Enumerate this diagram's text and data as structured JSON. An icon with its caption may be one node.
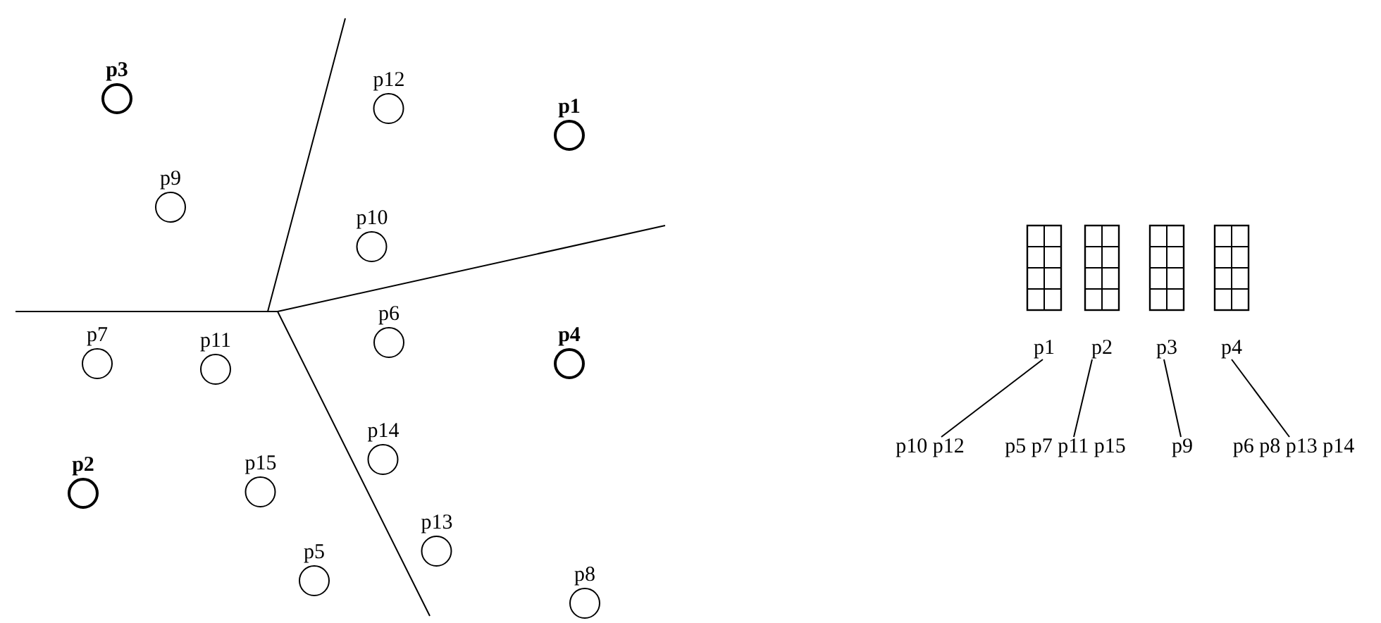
{
  "diagram": {
    "nodes": [
      {
        "text": [
          "p3"
        ]
      },
      {
        "text": [
          "p12"
        ]
      },
      {
        "text": [
          "p1"
        ]
      },
      {
        "text": [
          "p9"
        ]
      },
      {
        "text": [
          "p10"
        ]
      },
      {
        "text": [
          "p7"
        ]
      },
      {
        "text": [
          "p11"
        ]
      },
      {
        "text": [
          "p6"
        ]
      },
      {
        "text": [
          "p4"
        ]
      },
      {
        "text": [
          "p14"
        ]
      },
      {
        "text": [
          "p2"
        ]
      },
      {
        "text": [
          "p15"
        ]
      },
      {
        "text": [
          "p13"
        ]
      },
      {
        "text": [
          "p5"
        ]
      },
      {
        "text": [
          "p8"
        ]
      },
      {
        "text": [
          "p1"
        ]
      },
      {
        "text": [
          "p2"
        ]
      },
      {
        "text": [
          "p3"
        ]
      },
      {
        "text": [
          "p4"
        ]
      },
      {
        "text": [
          "p10 p12"
        ]
      },
      {
        "text": [
          "p5 p7 p11 p15"
        ]
      },
      {
        "text": [
          "p9"
        ]
      },
      {
        "text": [
          "p6 p8 p13 p14"
        ]
      }
    ],
    "edges": [
      {
        "from": 15,
        "to": 19,
        "arrow": "none"
      },
      {
        "from": 16,
        "to": 20,
        "arrow": "none"
      },
      {
        "from": 17,
        "to": 21,
        "arrow": "none"
      },
      {
        "from": 18,
        "to": 22,
        "arrow": "none"
      }
    ]
  }
}
